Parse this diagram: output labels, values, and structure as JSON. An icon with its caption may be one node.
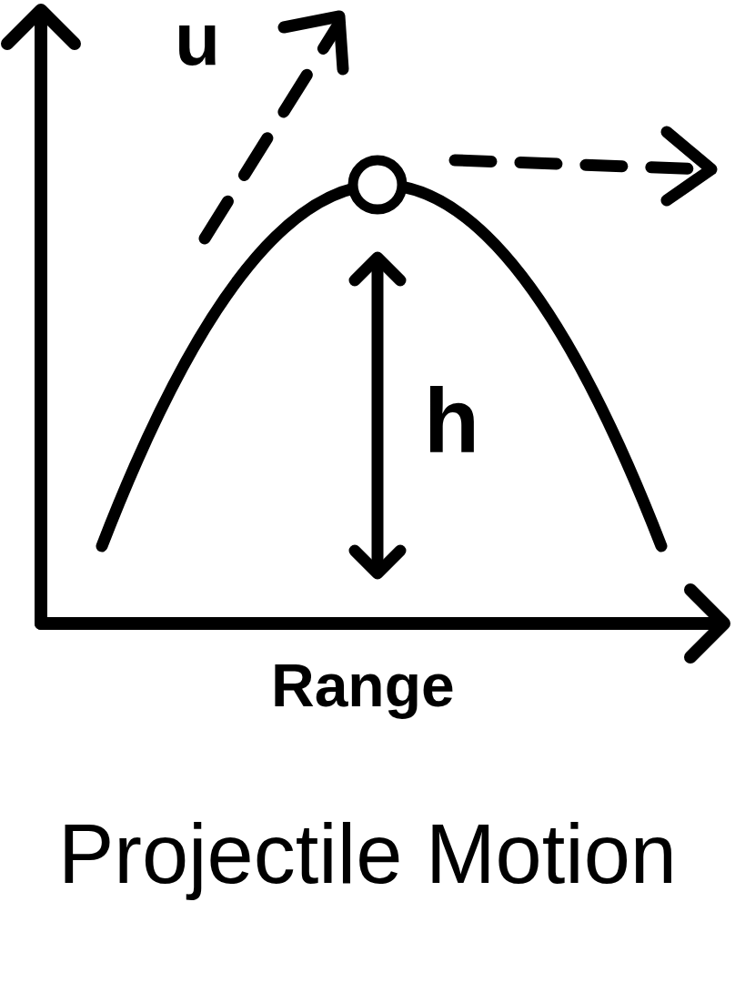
{
  "diagram": {
    "title": "Projectile Motion",
    "labels": [
      "u",
      "h",
      "Range"
    ]
  }
}
